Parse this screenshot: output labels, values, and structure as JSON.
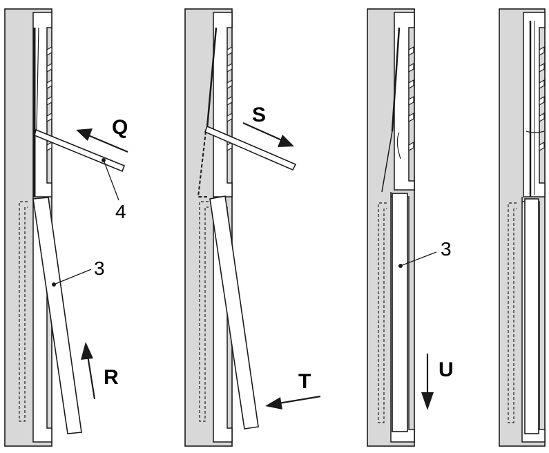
{
  "colors": {
    "frame_fill": "#d8d8d8",
    "line": "#1a1a1a",
    "white": "#ffffff"
  },
  "labels": {
    "panel1_arrow_top": "Q",
    "panel1_arrow_bottom": "R",
    "panel1_part_4": "4",
    "panel1_part_3": "3",
    "panel2_arrow_top": "S",
    "panel2_arrow_bottom": "T",
    "panel3_arrow": "U",
    "panel3_part_3": "3"
  }
}
